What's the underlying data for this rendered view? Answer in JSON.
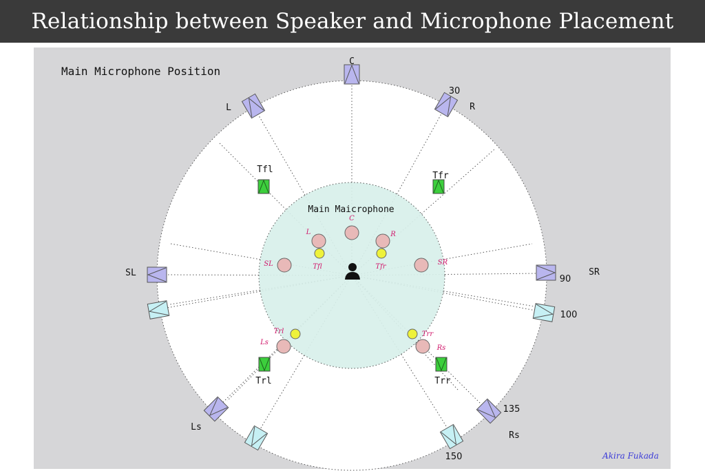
{
  "title": "Relationship between Speaker and Microphone Placement",
  "section_title": "Main Microphone Position",
  "main_mic_caption": "Main Maicrophone",
  "author": "Akira Fukada",
  "colors": {
    "title_bar": "#3a3a3a",
    "panel": "#d6d6d8",
    "main_speaker": "#b9b6ee",
    "rear_speaker": "#c6f0f4",
    "height_speaker": "#3ccf3c",
    "mic_zone": "#d8f0ea",
    "main_mic": "#e8b9b8",
    "height_mic": "#eef23a",
    "mic_label": "#d0166a",
    "author": "#3b3bd8"
  },
  "speakers": [
    {
      "id": "C",
      "label": "C",
      "angle": 0,
      "type": "main"
    },
    {
      "id": "R",
      "label": "R",
      "angle": 30,
      "type": "main"
    },
    {
      "id": "L",
      "label": "L",
      "angle": -30,
      "type": "main"
    },
    {
      "id": "SR",
      "label": "SR",
      "angle": 90,
      "type": "main"
    },
    {
      "id": "SL",
      "label": "SL",
      "angle": -90,
      "type": "main"
    },
    {
      "id": "Rs",
      "label": "Rs",
      "angle": 135,
      "type": "main"
    },
    {
      "id": "Ls",
      "label": "Ls",
      "angle": -135,
      "type": "main"
    },
    {
      "id": "R100",
      "label": "",
      "angle": 100,
      "type": "rear"
    },
    {
      "id": "L100",
      "label": "",
      "angle": -100,
      "type": "rear"
    },
    {
      "id": "R150",
      "label": "",
      "angle": 150,
      "type": "rear"
    },
    {
      "id": "L150",
      "label": "",
      "angle": -150,
      "type": "rear"
    }
  ],
  "angle_labels": [
    "30",
    "90",
    "100",
    "135",
    "150"
  ],
  "height_speakers": [
    {
      "id": "Tfl",
      "label": "Tfl"
    },
    {
      "id": "Tfr",
      "label": "Tfr"
    },
    {
      "id": "Trl",
      "label": "Trl"
    },
    {
      "id": "Trr",
      "label": "Trr"
    }
  ],
  "mics": [
    {
      "id": "C",
      "label": "C",
      "type": "main"
    },
    {
      "id": "L",
      "label": "L",
      "type": "main"
    },
    {
      "id": "R",
      "label": "R",
      "type": "main"
    },
    {
      "id": "SL",
      "label": "SL",
      "type": "main"
    },
    {
      "id": "SR",
      "label": "SR",
      "type": "main"
    },
    {
      "id": "Ls",
      "label": "Ls",
      "type": "main"
    },
    {
      "id": "Rs",
      "label": "Rs",
      "type": "main"
    },
    {
      "id": "Tfl",
      "label": "Tfl",
      "type": "height"
    },
    {
      "id": "Tfr",
      "label": "Tfr",
      "type": "height"
    },
    {
      "id": "Trl",
      "label": "Trl",
      "type": "height"
    },
    {
      "id": "Trr",
      "label": "Trr",
      "type": "height"
    }
  ]
}
